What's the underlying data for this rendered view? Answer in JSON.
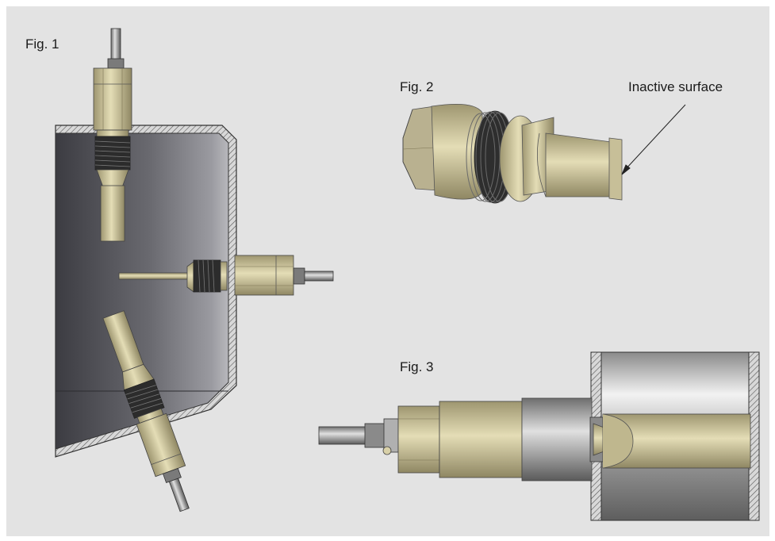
{
  "figures": {
    "fig1": "Fig. 1",
    "fig2": "Fig. 2",
    "fig3": "Fig. 3"
  },
  "annotation": "Inactive surface",
  "colors": {
    "background": "#e3e3e3",
    "sensor_body": "#cfc7a0",
    "tank_dark": "#4a4a50",
    "metal": "#a8a8a8"
  }
}
